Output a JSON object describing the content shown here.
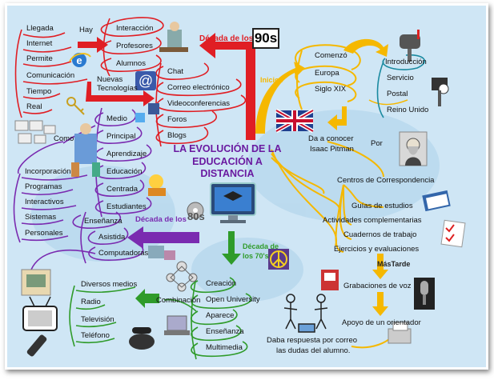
{
  "title": {
    "line1": "LA EVOLUCIÓN DE LA",
    "line2": "EDUCACIÓN A DISTANCIA"
  },
  "decade_90": {
    "label": "Década de los",
    "number": "90s"
  },
  "decade_80": {
    "label": "Década de los",
    "number": "80s"
  },
  "decade_70": {
    "line1": "Década de",
    "line2": "los 70's"
  },
  "inicios": "Inicios",
  "mas_tarde": "MásTarde",
  "por": "Por",
  "left_top": [
    "Llegada",
    "Internet",
    "Permite",
    "Comunicación",
    "Tiempo",
    "Real"
  ],
  "hay": "Hay",
  "hay_items": [
    "Interacción",
    "Profesores",
    "Alumnos"
  ],
  "nuevas_tecnologias": {
    "line1": "Nuevas",
    "line2": "Tecnologías"
  },
  "tech_items": [
    "Chat",
    "Correo electrónico",
    "Videoconferencias",
    "Foros",
    "Blogs"
  ],
  "como": "Como",
  "purple_center": [
    "Medio",
    "Principal",
    "Aprendizaje",
    "Educación",
    "Centrada",
    "Estudiantes"
  ],
  "left_mid": [
    "Incorporación",
    "Programas",
    "Interactivos",
    "Sistemas",
    "Personales"
  ],
  "ens80": [
    "Enseñanza",
    "Asistida",
    "Computadoras"
  ],
  "inicios_items": [
    "Comenzó",
    "Europa",
    "Siglo XIX"
  ],
  "right_top": [
    "Introducción",
    "Servicio",
    "Postal",
    "Reino Unido"
  ],
  "da_conocer": [
    "Da a conocer",
    "Isaac Pitman"
  ],
  "centros": "Centros de Correspondencia",
  "corr_items": [
    "Guías de estudios",
    "Actividades complementarias",
    "Cuadernos de trabajo",
    "Ejercicios y evaluaciones"
  ],
  "grabaciones": "Grabaciones de voz",
  "apoyo": "Apoyo de un orientador",
  "daba_respuesta": {
    "line1": "Daba respuesta por correo",
    "line2": "las dudas del alumno."
  },
  "green_items": [
    "Creación",
    "Open University",
    "Aparece",
    "Enseñanza",
    "Multimedia"
  ],
  "combinacion": "Combinación",
  "green_left": [
    "Diversos medios",
    "Radio",
    "Televisión",
    "Teléfono"
  ],
  "colors": {
    "red": "#e01e24",
    "purple": "#7a2bb0",
    "green": "#2f9b2a",
    "orange": "#f5b800",
    "teal": "#1a8aa0",
    "background": "#cfe6f5"
  }
}
